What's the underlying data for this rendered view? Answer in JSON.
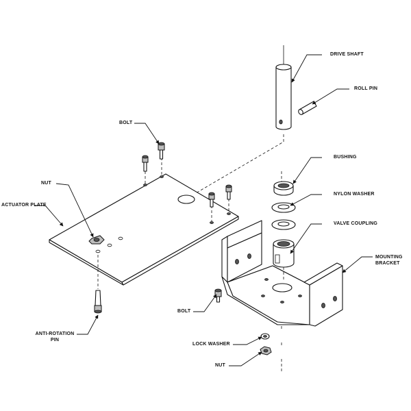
{
  "labels": {
    "drive_shaft": "DRIVE SHAFT",
    "roll_pin": "ROLL PIN",
    "bolt_top": "BOLT",
    "bushing": "BUSHING",
    "nut_left": "NUT",
    "actuator_plate": "ACTUATOR PLATE",
    "nylon_washer": "NYLON WASHER",
    "valve_coupling": "VALVE COUPLING",
    "mounting_bracket_line1": "MOUNTING",
    "mounting_bracket_line2": "BRACKET",
    "bolt_bottom": "BOLT",
    "anti_rotation_pin_line1": "ANTI-ROTATION",
    "anti_rotation_pin_line2": "PIN",
    "lock_washer": "LOCK WASHER",
    "nut_bottom": "NUT"
  }
}
